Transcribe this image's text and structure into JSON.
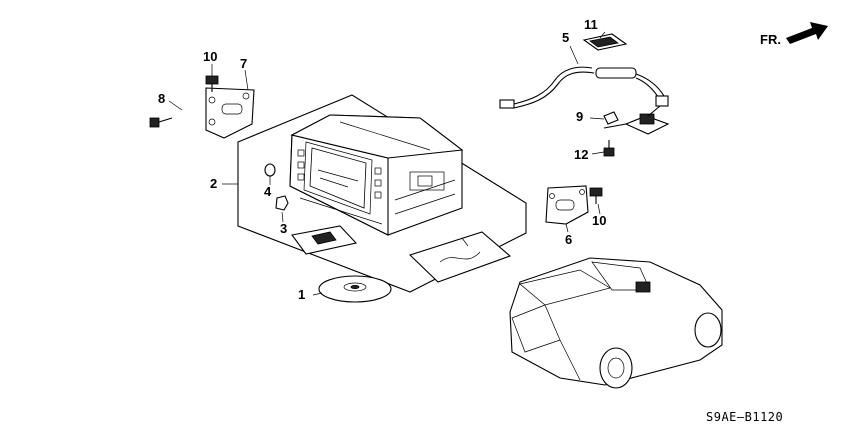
{
  "callouts": {
    "c1": "1",
    "c2": "2",
    "c3": "3",
    "c4": "4",
    "c5": "5",
    "c6": "6",
    "c7": "7",
    "c8": "8",
    "c9": "9",
    "c10a": "10",
    "c10b": "10",
    "c11": "11",
    "c12": "12"
  },
  "direction_label": "FR.",
  "diagram_code": "S9AE—B1120"
}
